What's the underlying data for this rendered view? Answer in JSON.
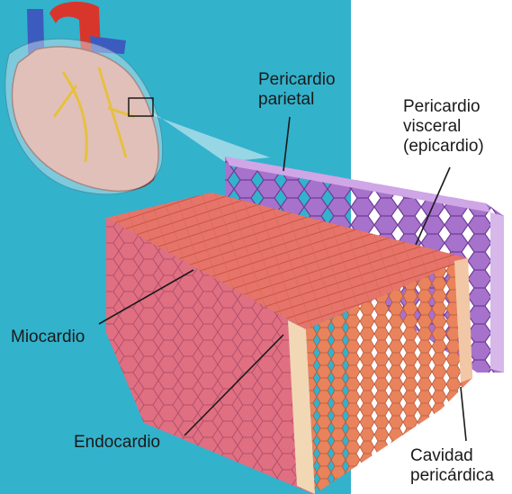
{
  "labels": {
    "pericardio_parietal": [
      "Pericardio",
      "parietal"
    ],
    "pericardio_visceral": [
      "Pericardio",
      "visceral",
      "(epicardio)"
    ],
    "miocardio": "Miocardio",
    "endocardio": "Endocardio",
    "cavidad_pericardica": [
      "Cavidad",
      "pericárdica"
    ]
  },
  "colors": {
    "background": "#33b2cc",
    "myocardium": "#e7746a",
    "endocardium": "#f2d7b5",
    "pericardium": "#9c66c6",
    "leader_line": "#1a1a1a"
  }
}
